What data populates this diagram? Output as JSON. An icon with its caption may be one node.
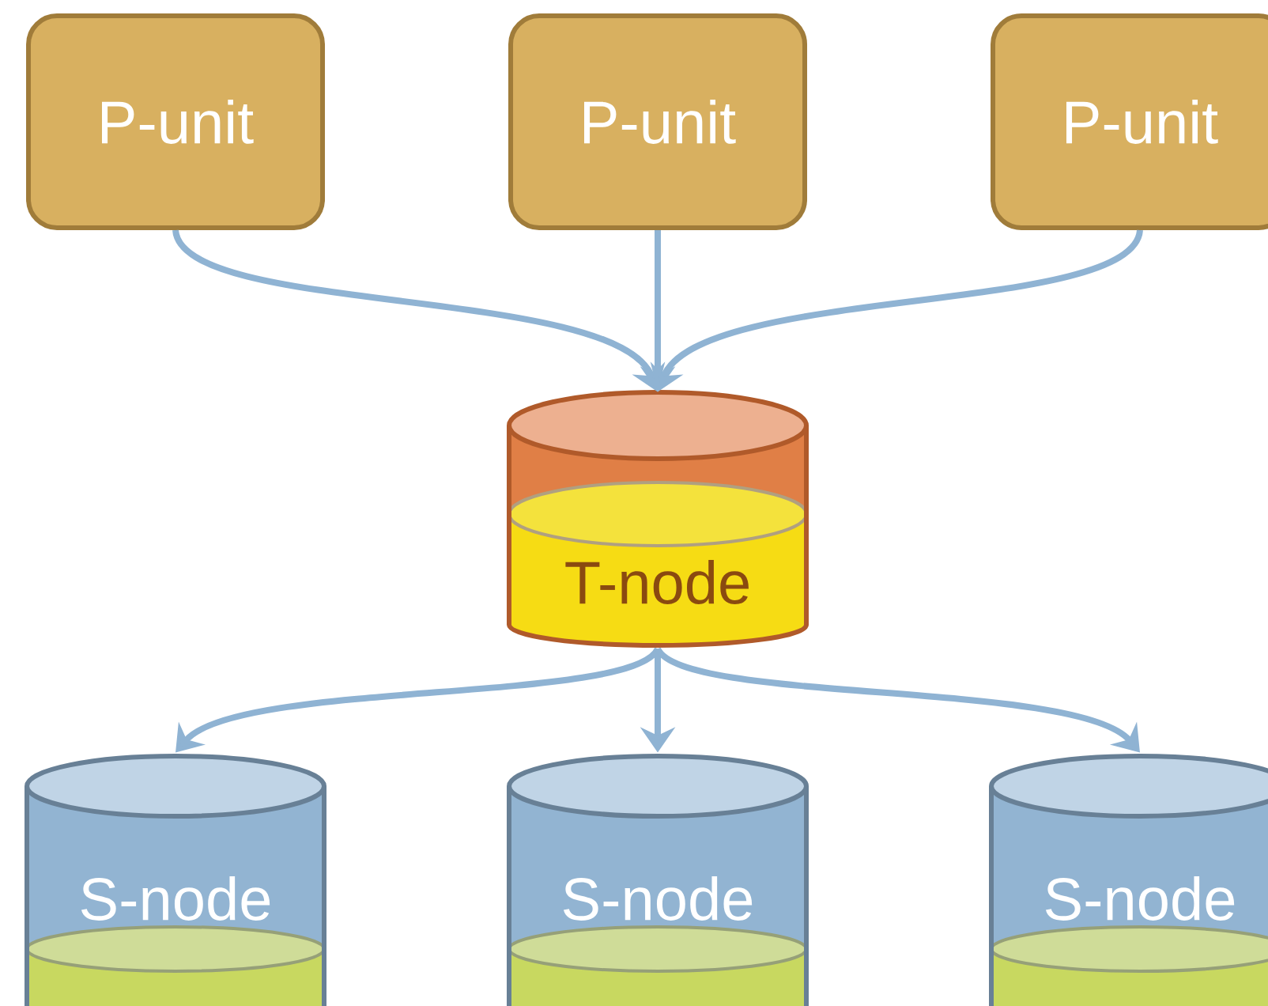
{
  "diagram": {
    "nodes": [
      {
        "text": [
          "P-unit"
        ]
      },
      {
        "text": [
          "P-unit"
        ]
      },
      {
        "text": [
          "P-unit"
        ]
      },
      {
        "text": [
          "T-node"
        ]
      },
      {
        "text": [
          "S-node"
        ]
      },
      {
        "text": [
          "S-node"
        ]
      },
      {
        "text": [
          "S-node"
        ]
      }
    ],
    "edges": [
      {
        "from": 0,
        "to": 3,
        "arrow": "to"
      },
      {
        "from": 1,
        "to": 3,
        "arrow": "to"
      },
      {
        "from": 2,
        "to": 3,
        "arrow": "to"
      },
      {
        "from": 3,
        "to": 4,
        "arrow": "to"
      },
      {
        "from": 3,
        "to": 5,
        "arrow": "to"
      },
      {
        "from": 3,
        "to": 6,
        "arrow": "to"
      }
    ]
  }
}
